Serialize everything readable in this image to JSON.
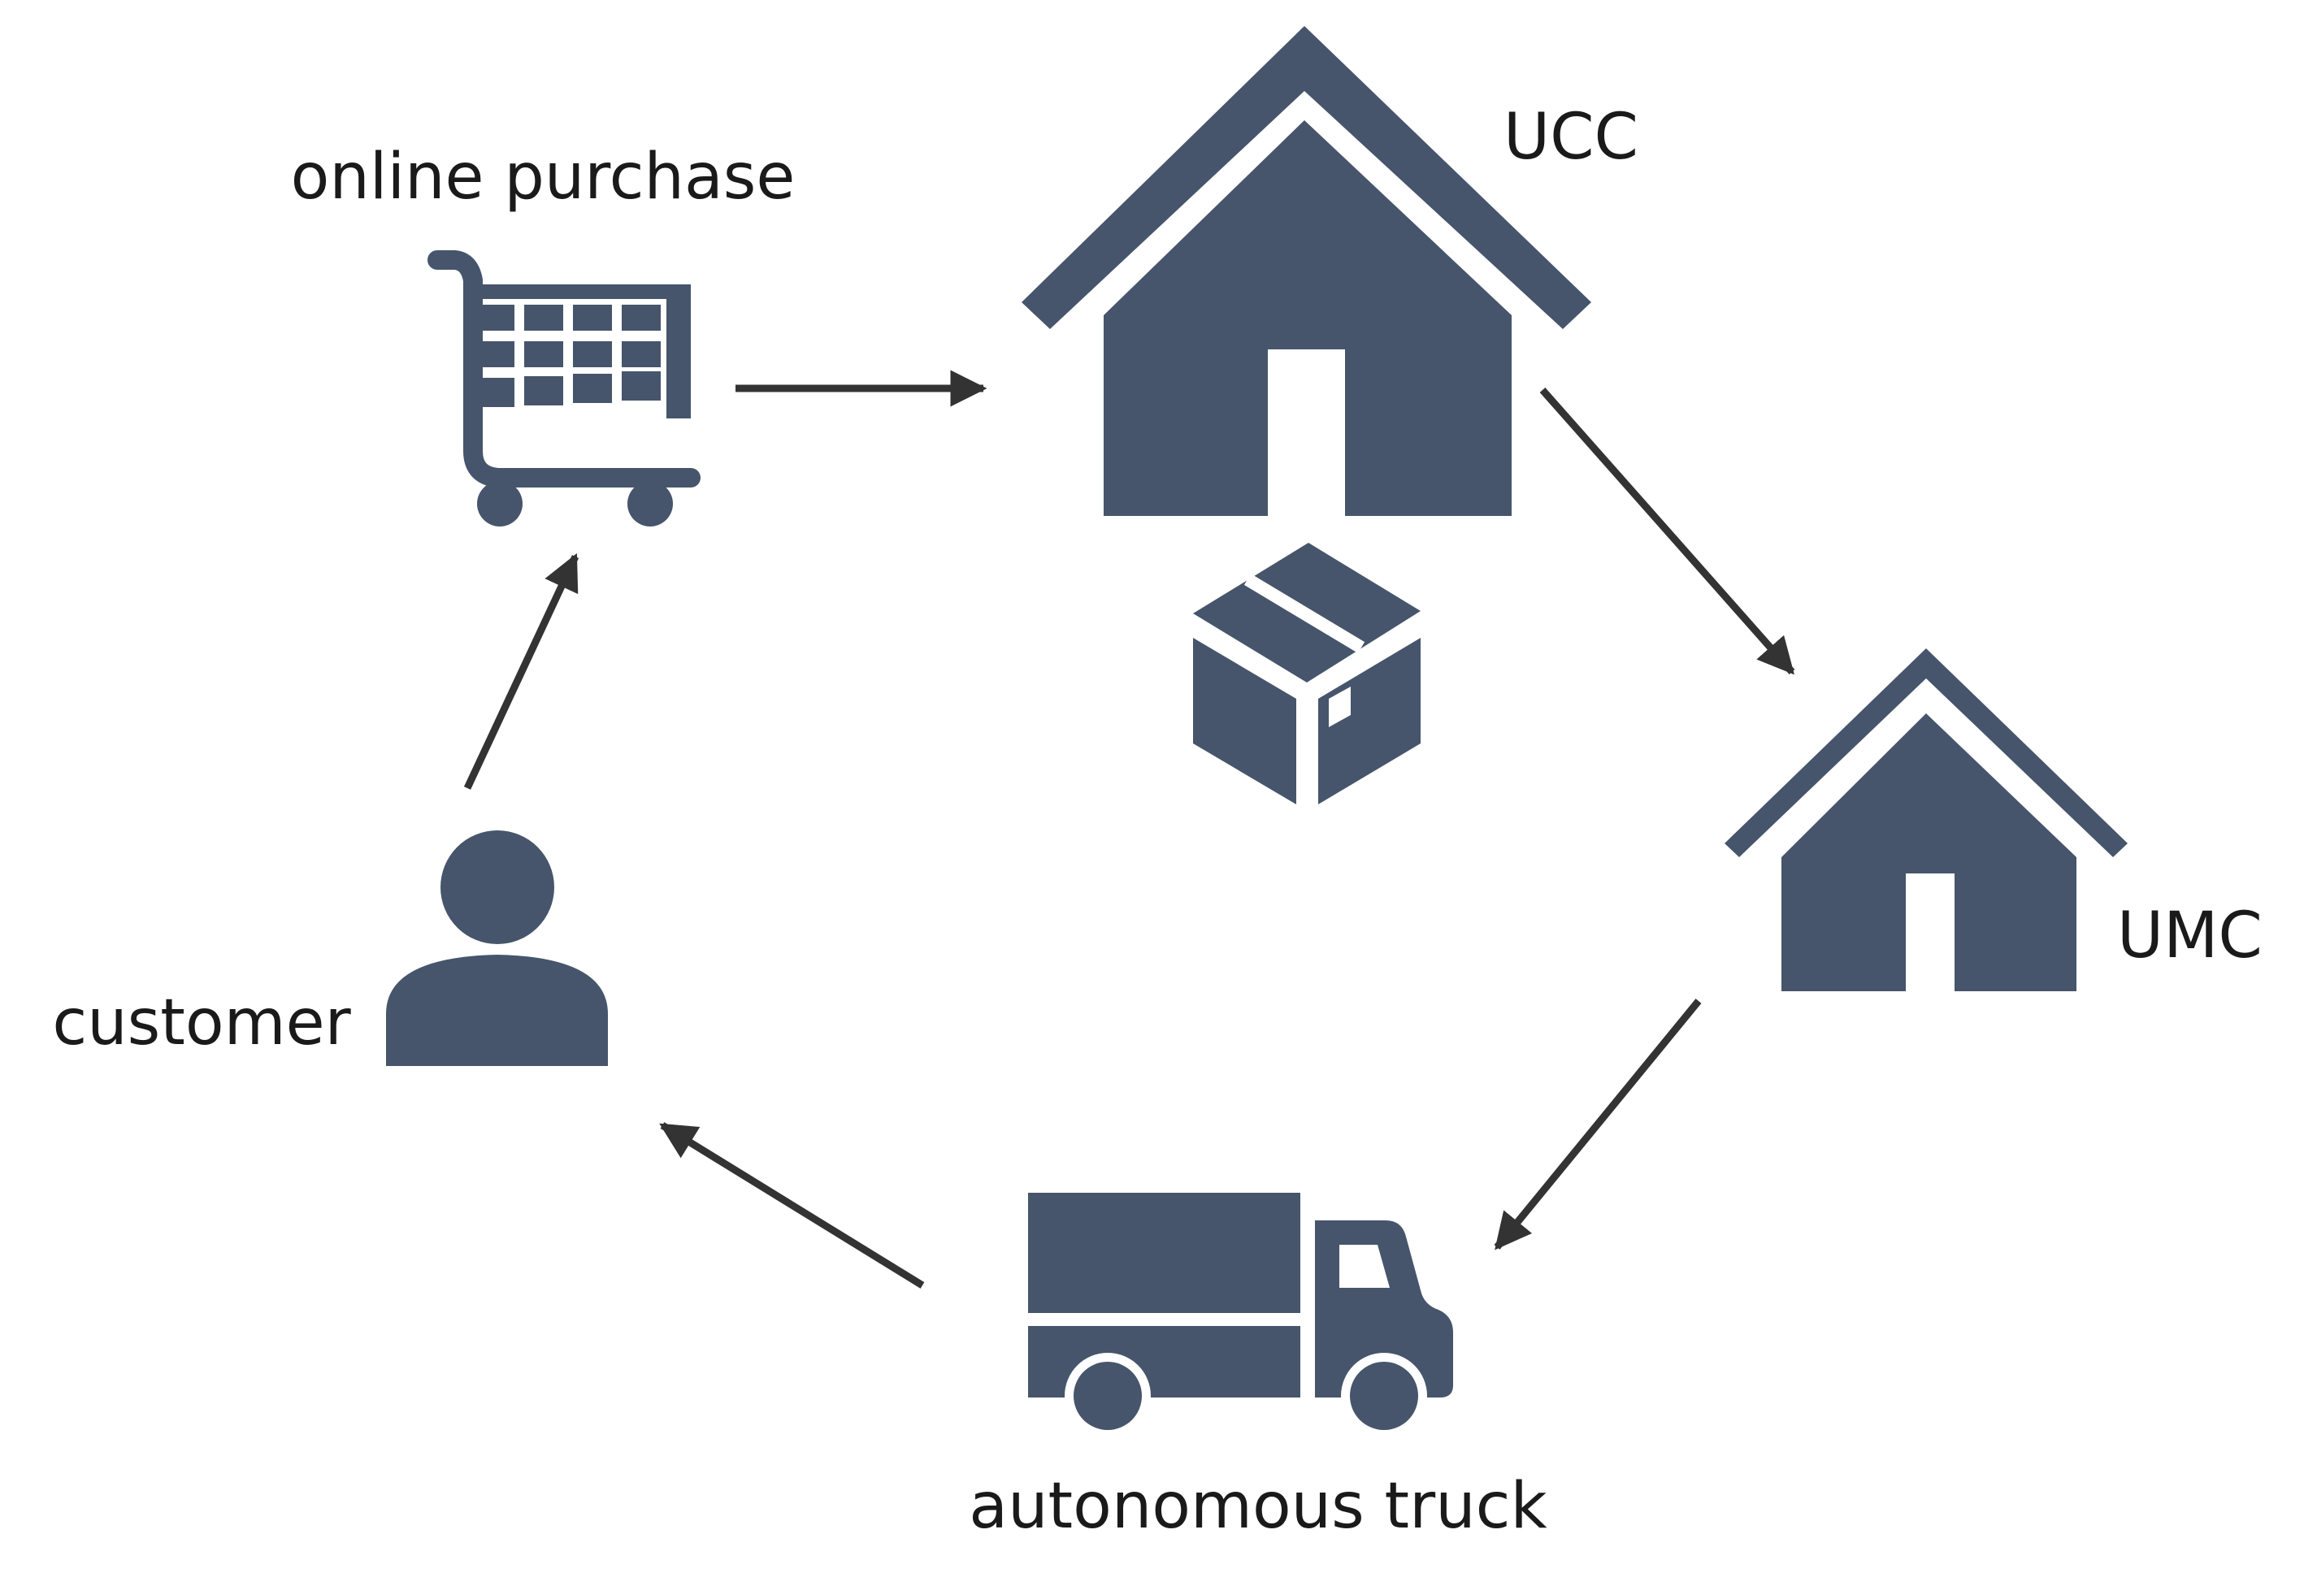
{
  "nodes": {
    "online_purchase": {
      "label": "online purchase",
      "icon": "shopping-cart-icon"
    },
    "ucc": {
      "label": "UCC",
      "icon": "large-house-icon"
    },
    "package": {
      "icon": "package-box-icon"
    },
    "umc": {
      "label": "UMC",
      "icon": "small-house-icon"
    },
    "truck": {
      "label": "autonomous truck",
      "icon": "delivery-truck-icon"
    },
    "customer": {
      "label": "customer",
      "icon": "person-icon"
    }
  },
  "edges": [
    {
      "from": "online purchase",
      "to": "UCC"
    },
    {
      "from": "UCC",
      "to": "UMC"
    },
    {
      "from": "UMC",
      "to": "autonomous truck"
    },
    {
      "from": "autonomous truck",
      "to": "customer"
    },
    {
      "from": "customer",
      "to": "online purchase"
    }
  ],
  "colors": {
    "icon": "#46556b",
    "arrow": "#333333",
    "text": "#1a1a1a",
    "background": "#ffffff"
  }
}
